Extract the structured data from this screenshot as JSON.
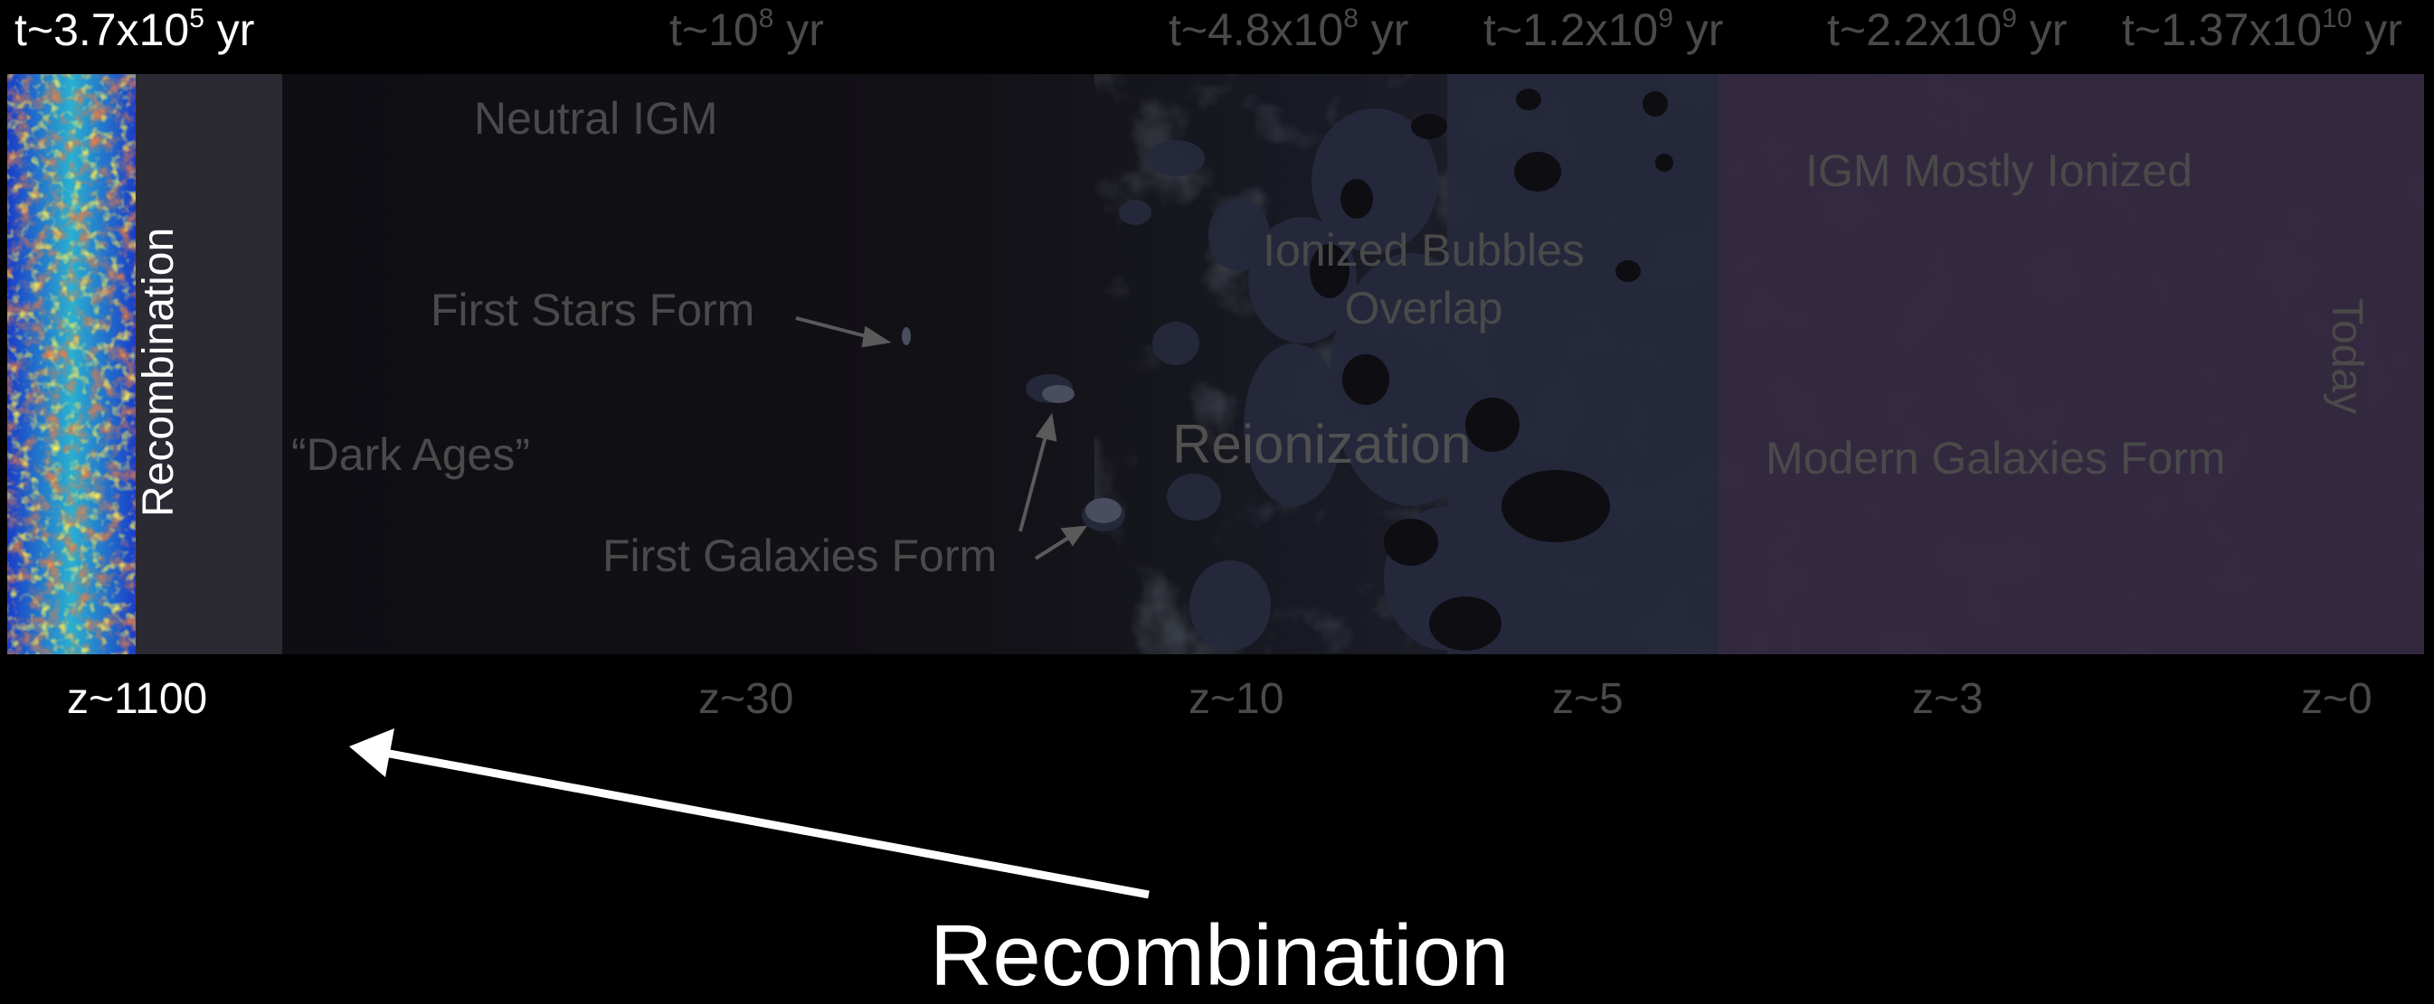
{
  "time_labels": [
    {
      "base": "t~3.7x10",
      "exp": "5",
      "unit": " yr"
    },
    {
      "base": "t~10",
      "exp": "8",
      "unit": " yr"
    },
    {
      "base": "t~4.8x10",
      "exp": "8",
      "unit": " yr"
    },
    {
      "base": "t~1.2x10",
      "exp": "9",
      "unit": " yr"
    },
    {
      "base": "t~2.2x10",
      "exp": "9",
      "unit": " yr"
    },
    {
      "base": "t~1.37x10",
      "exp": "10",
      "unit": " yr"
    }
  ],
  "redshift_labels": [
    "z~1100",
    "z~30",
    "z~10",
    "z~5",
    "z~3",
    "z~0"
  ],
  "panel": {
    "recombination_vertical": "Recombination",
    "neutral_igm": "Neutral IGM",
    "first_stars": "First Stars Form",
    "dark_ages": "“Dark Ages”",
    "first_galaxies": "First Galaxies Form",
    "ionized_bubbles_line1": "Ionized Bubbles",
    "ionized_bubbles_line2": "Overlap",
    "reionization": "Reionization",
    "igm_mostly_ionized": "IGM Mostly Ionized",
    "modern_galaxies": "Modern Galaxies Form",
    "today": "Today"
  },
  "callout": {
    "label": "Recombination"
  },
  "colors": {
    "background": "#000000",
    "active_text": "#ffffff",
    "dim_text": "#4a4a4a",
    "dark_ages_band": "#101014",
    "ionized_region": "#2a2f45",
    "modern_region": "#2e1a2a",
    "cmb_blue": "#1a3cc8",
    "cmb_red": "#d02a10",
    "cmb_yellow": "#e8d020"
  }
}
